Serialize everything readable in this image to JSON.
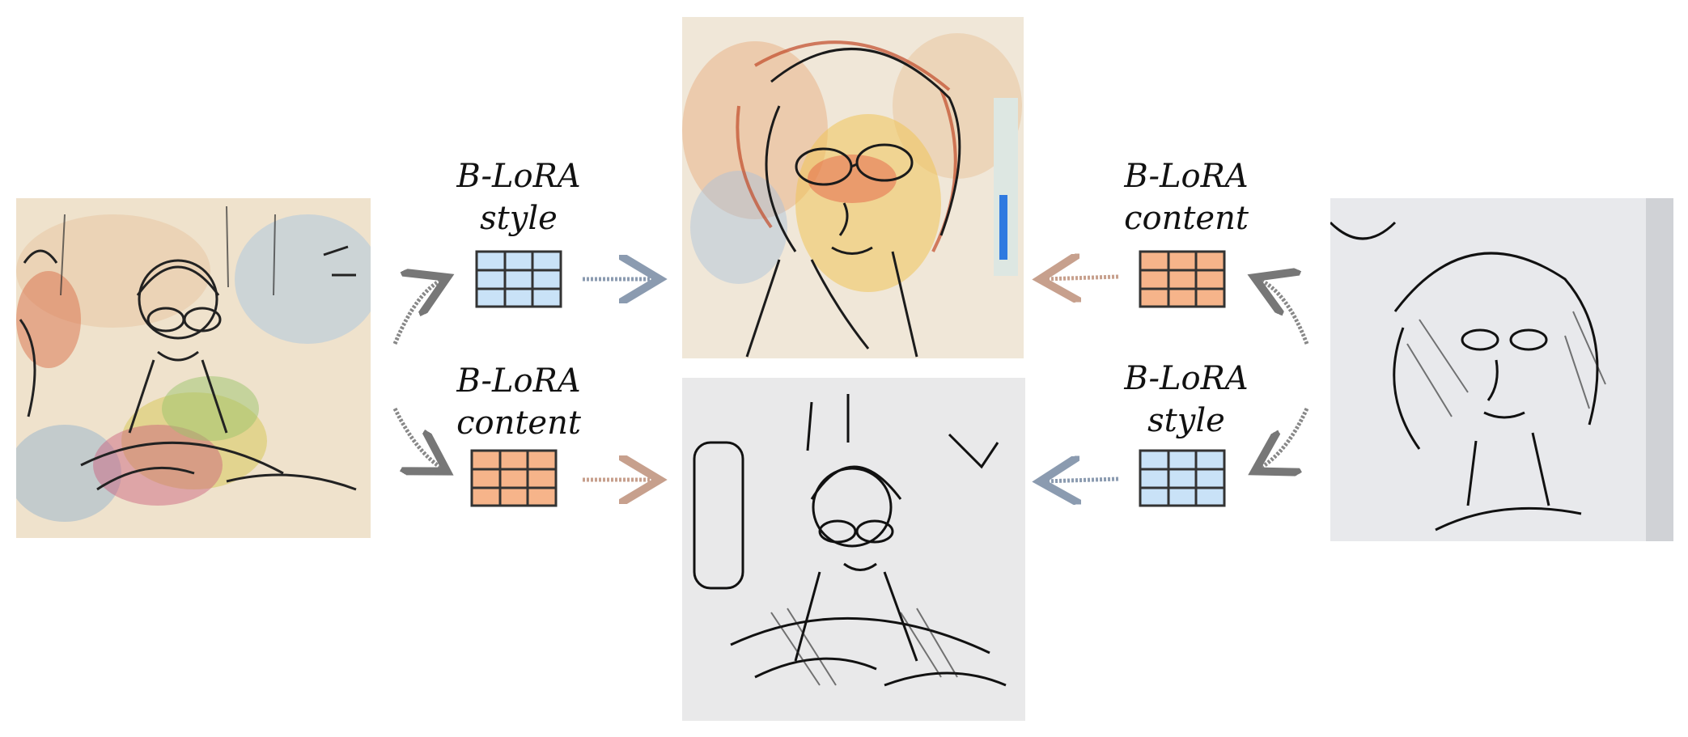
{
  "labels": {
    "top_left": {
      "line1": "B-LoRA",
      "line2": "style"
    },
    "bottom_left": {
      "line1": "B-LoRA",
      "line2": "content"
    },
    "top_right": {
      "line1": "B-LoRA",
      "line2": "content"
    },
    "bottom_right": {
      "line1": "B-LoRA",
      "line2": "style"
    }
  },
  "colors": {
    "style_grid_fill": "#c9e2f7",
    "content_grid_fill": "#f6b48a",
    "grid_line": "#333333",
    "arrow_gray": "#8a8a8a",
    "arrow_blue_gray": "#8b9bb0",
    "arrow_brown": "#c7a08d"
  },
  "icons": {
    "style_adapter": "grid-matrix-icon",
    "content_adapter": "grid-matrix-icon"
  }
}
